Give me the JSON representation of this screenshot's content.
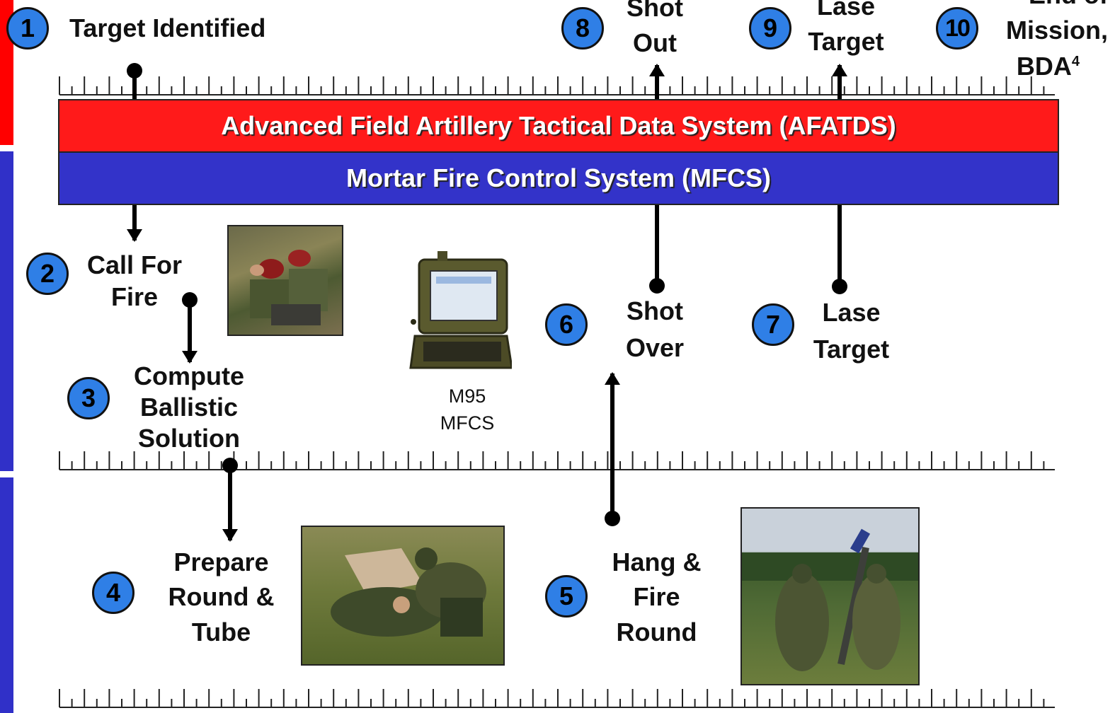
{
  "colors": {
    "left_red": "#ff0000",
    "left_blue": "#3030c8",
    "afatds": "#ff1a1a",
    "mfcs": "#3333c9",
    "badge": "#2f7fe6"
  },
  "systems": {
    "afatds": "Advanced Field Artillery Tactical Data System (AFATDS)",
    "mfcs": "Mortar Fire Control System (MFCS)"
  },
  "steps": [
    {
      "num": "1",
      "lines": [
        "Target Identified"
      ]
    },
    {
      "num": "2",
      "lines": [
        "Call For",
        "Fire"
      ]
    },
    {
      "num": "3",
      "lines": [
        "Compute",
        "Ballistic",
        "Solution"
      ]
    },
    {
      "num": "4",
      "lines": [
        "Prepare",
        "Round &",
        "Tube"
      ]
    },
    {
      "num": "5",
      "lines": [
        "Hang &",
        "Fire",
        "Round"
      ]
    },
    {
      "num": "6",
      "lines": [
        "Shot",
        "Over"
      ]
    },
    {
      "num": "7",
      "lines": [
        "Lase",
        "Target"
      ]
    },
    {
      "num": "8",
      "lines": [
        "Shot",
        "Out"
      ]
    },
    {
      "num": "9",
      "lines": [
        "Lase",
        "Target"
      ]
    },
    {
      "num": "10",
      "lines": [
        "End of",
        "Mission,",
        "BDA"
      ],
      "superscript": "4"
    }
  ],
  "device_caption": [
    "M95",
    "MFCS"
  ],
  "photos": [
    "soldiers-radio-photo",
    "mortar-crew-prone-photo",
    "mortar-firing-photo"
  ]
}
